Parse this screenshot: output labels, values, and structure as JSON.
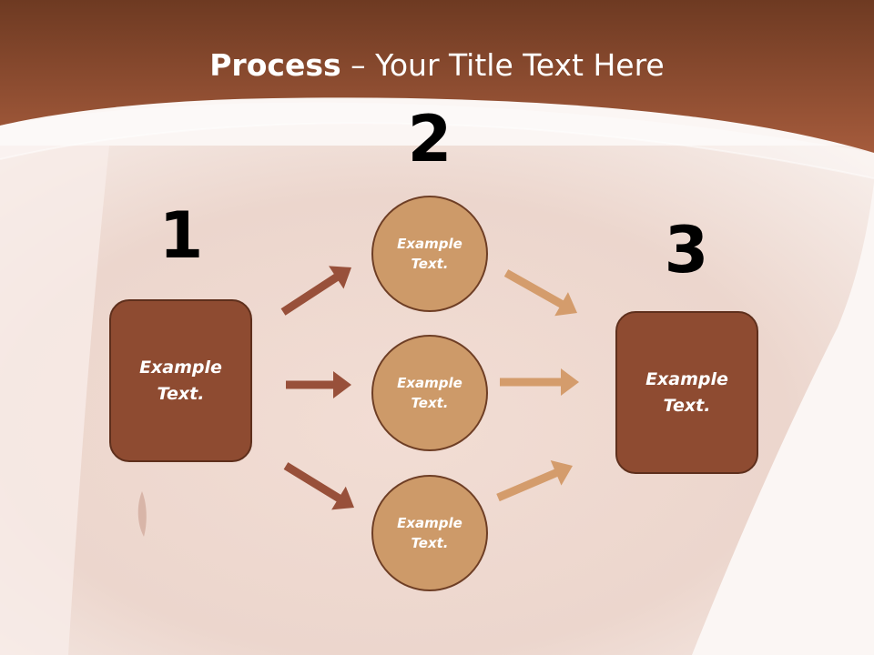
{
  "title": {
    "bold": "Process",
    "rest": " – Your Title Text Here"
  },
  "steps": {
    "one": {
      "number": "1",
      "text": "Example\nText."
    },
    "two": {
      "number": "2"
    },
    "three": {
      "number": "3",
      "text": "Example\nText."
    }
  },
  "circles": [
    {
      "text": "Example\nText."
    },
    {
      "text": "Example\nText."
    },
    {
      "text": "Example\nText."
    }
  ],
  "colors": {
    "header": "#9a5434",
    "box": "#8e4b31",
    "circle": "#cd9a69",
    "arrow_dark": "#98503a",
    "arrow_light": "#d49c6c"
  }
}
